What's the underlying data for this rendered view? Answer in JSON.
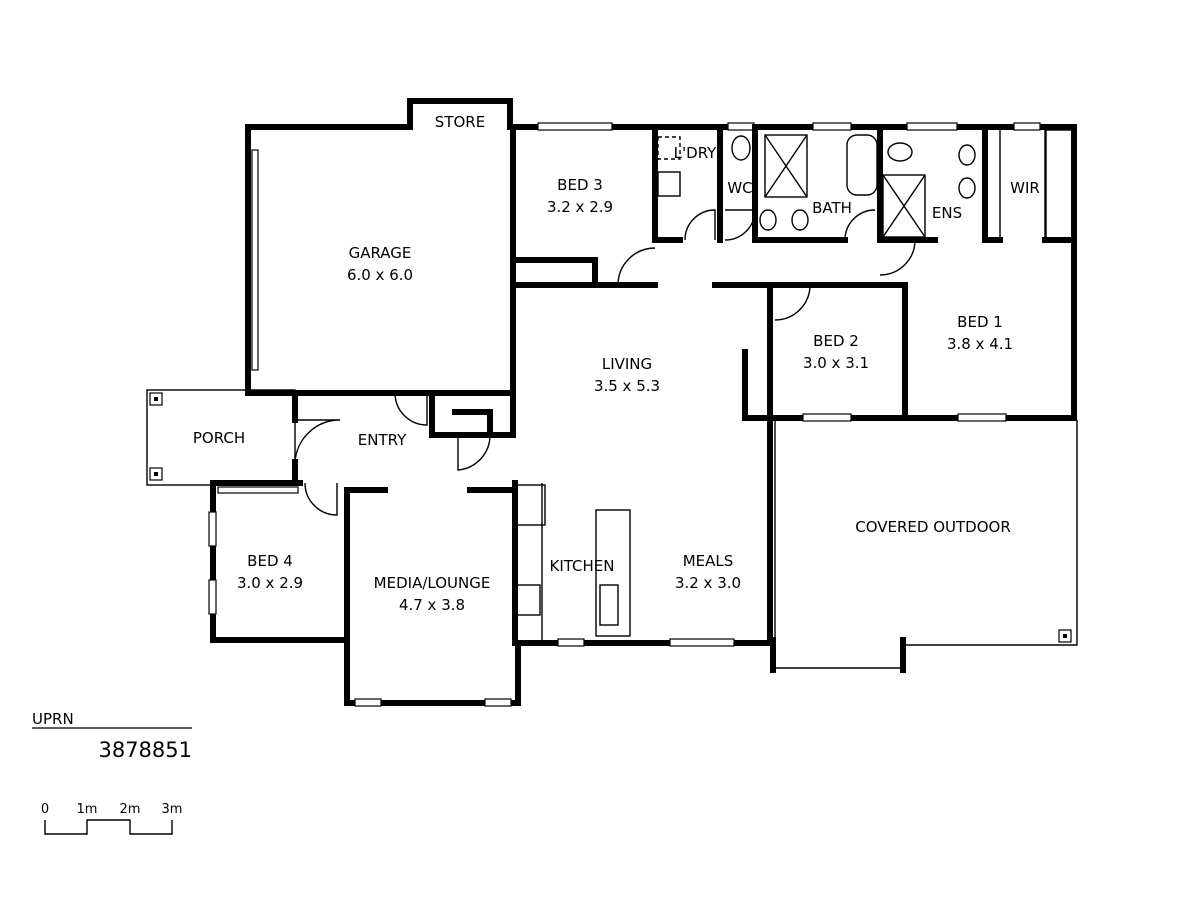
{
  "rooms": {
    "store": {
      "name": "STORE"
    },
    "garage": {
      "name": "GARAGE",
      "size": "6.0 x 6.0"
    },
    "bed3": {
      "name": "BED 3",
      "size": "3.2 x 2.9"
    },
    "laundry": {
      "name": "L'DRY"
    },
    "wc": {
      "name": "WC"
    },
    "bath": {
      "name": "BATH"
    },
    "ensuite": {
      "name": "ENS"
    },
    "wir": {
      "name": "WIR"
    },
    "bed1": {
      "name": "BED 1",
      "size": "3.8 x 4.1"
    },
    "bed2": {
      "name": "BED 2",
      "size": "3.0 x 3.1"
    },
    "living": {
      "name": "LIVING",
      "size": "3.5 x 5.3"
    },
    "porch": {
      "name": "PORCH"
    },
    "entry": {
      "name": "ENTRY"
    },
    "bed4": {
      "name": "BED 4",
      "size": "3.0 x 2.9"
    },
    "media": {
      "name": "MEDIA/LOUNGE",
      "size": "4.7 x 3.8"
    },
    "kitchen": {
      "name": "KITCHEN"
    },
    "meals": {
      "name": "MEALS",
      "size": "3.2 x 3.0"
    },
    "outdoor": {
      "name": "COVERED OUTDOOR"
    }
  },
  "uprn": {
    "label": "UPRN",
    "value": "3878851"
  },
  "scale": {
    "ticks": [
      "0",
      "1m",
      "2m",
      "3m"
    ]
  }
}
